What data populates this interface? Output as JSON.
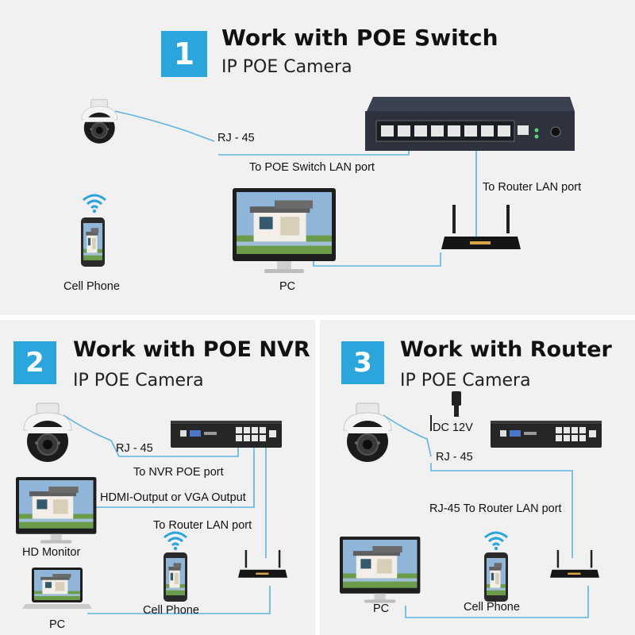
{
  "colors": {
    "accent": "#2aa6dd",
    "cable": "#5db4e2",
    "panel_bg": "#f1f1f1"
  },
  "panel1": {
    "number": "1",
    "title": "Work with POE Switch",
    "subtitle": "IP POE Camera",
    "labels": {
      "rj45": "RJ - 45",
      "switch_port": "To POE Switch LAN port",
      "router_port": "To Router LAN port",
      "cell_phone": "Cell Phone",
      "pc": "PC"
    }
  },
  "panel2": {
    "number": "2",
    "title": "Work with POE NVR",
    "subtitle": "IP POE Camera",
    "labels": {
      "rj45": "RJ - 45",
      "nvr_port": "To NVR POE port",
      "hdmi": "HDMI-Output or VGA Output",
      "router_port": "To Router LAN port",
      "hd_monitor": "HD Monitor",
      "cell_phone": "Cell Phone",
      "pc": "PC"
    }
  },
  "panel3": {
    "number": "3",
    "title": "Work with Router",
    "subtitle": "IP POE Camera",
    "labels": {
      "dc": "DC 12V",
      "rj45": "RJ - 45",
      "router_port": "RJ-45 To Router LAN port",
      "pc": "PC",
      "cell_phone": "Cell Phone"
    }
  }
}
